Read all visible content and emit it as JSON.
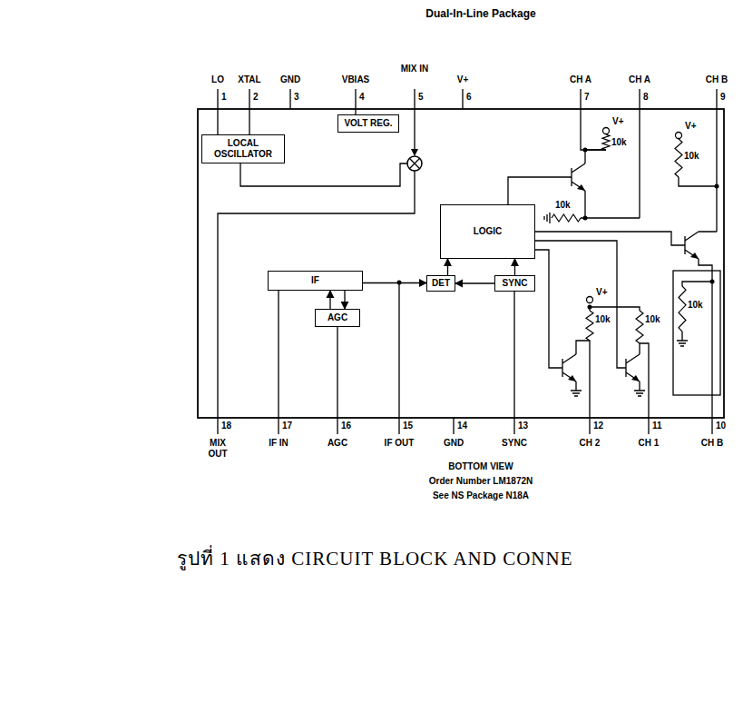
{
  "diagram": {
    "title": "Dual-In-Line Package",
    "caption": "รูปที่ 1 แสดง CIRCUIT BLOCK AND CONNE",
    "nodes": [
      {
        "text": [
          "LOCAL OSCILLATOR"
        ]
      },
      {
        "text": [
          "VOLT REG."
        ]
      },
      {
        "text": [
          "LOGIC"
        ]
      },
      {
        "text": [
          "IF"
        ]
      },
      {
        "text": [
          "AGC"
        ]
      },
      {
        "text": [
          "DET"
        ]
      },
      {
        "text": [
          "SYNC"
        ]
      }
    ],
    "edges": [
      {
        "from": 3,
        "to": 5,
        "arrow": "to"
      },
      {
        "from": 5,
        "to": 2,
        "arrow": "to"
      },
      {
        "from": 6,
        "to": 2,
        "arrow": "to"
      },
      {
        "from": 6,
        "to": 5,
        "arrow": "to"
      },
      {
        "from": 4,
        "to": 3,
        "arrow": "to"
      },
      {
        "from": 3,
        "to": 4,
        "arrow": "to"
      }
    ],
    "labels": [
      "LO",
      "1",
      "XTAL",
      "2",
      "GND",
      "3",
      "VBIAS",
      "4",
      "MIX IN",
      "5",
      "V+",
      "6",
      "CH A",
      "7",
      "CH A",
      "8",
      "CH B",
      "9",
      "MIX OUT",
      "18",
      "IF IN",
      "17",
      "AGC",
      "16",
      "IF OUT",
      "15",
      "GND",
      "14",
      "SYNC",
      "13",
      "CH 2",
      "12",
      "CH 1",
      "11",
      "CH B",
      "10",
      "V+",
      "V+",
      "V+",
      "10k",
      "10k",
      "10k",
      "10k",
      "10k",
      "10k",
      "BOTTOM VIEW",
      "Order Number LM1872N",
      "See NS Package N18A"
    ]
  }
}
